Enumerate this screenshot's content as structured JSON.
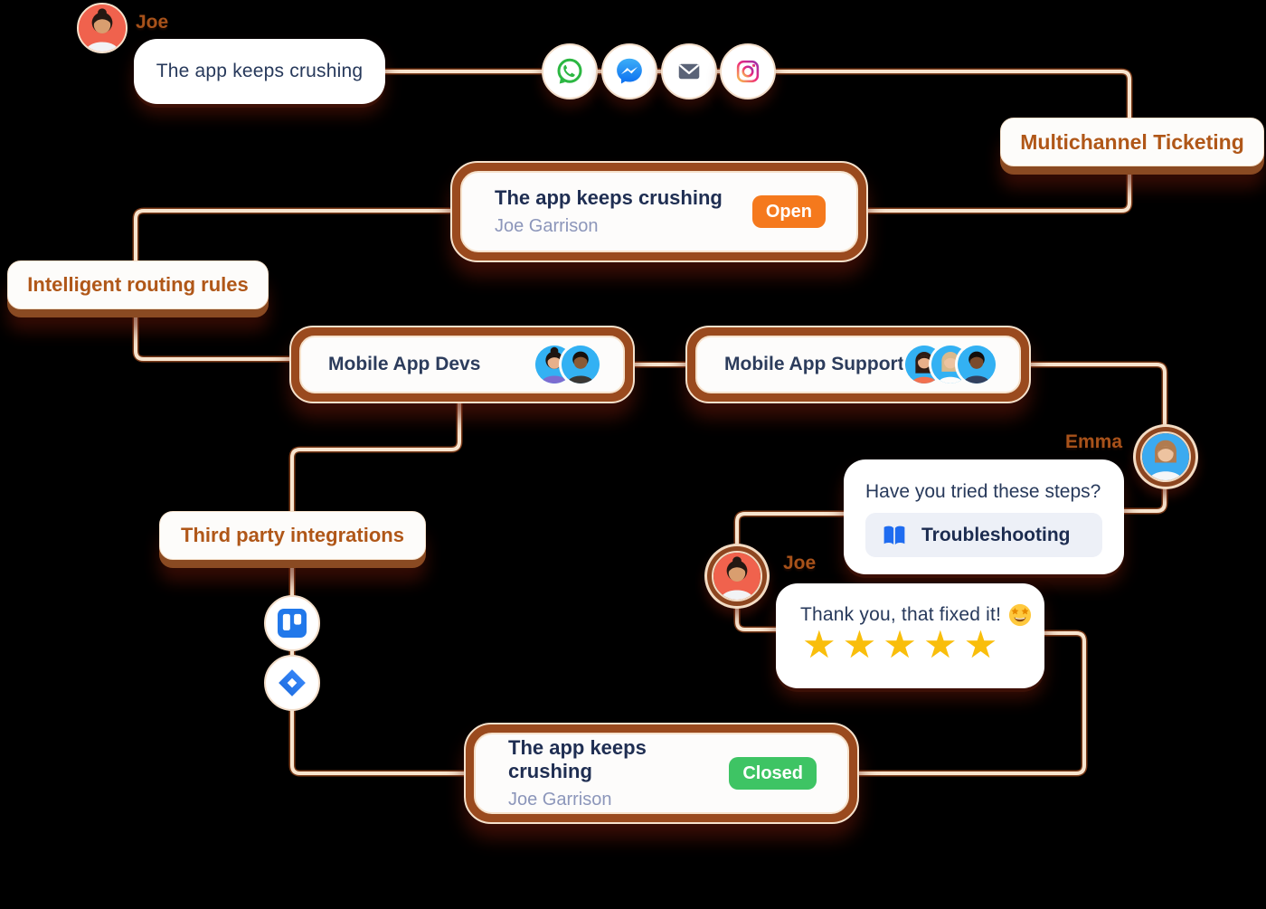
{
  "palette": {
    "bg": "#000000",
    "line": "#F7E4CE",
    "line-outline": "#7A3A18",
    "card-border": "#9A4A1E",
    "card-edge": "#F6E2CC",
    "card-bg": "#FDFCFB",
    "navy": "#27395B",
    "title-navy": "#1F2E52",
    "muted": "#8C96BA",
    "orange-label": "#B05718",
    "actor-label": "#A8521A",
    "star": "#F9BE0B",
    "shadow-brown": "#8A4A22"
  },
  "actors": {
    "joe": "Joe",
    "emma": "Emma"
  },
  "conversation": {
    "customer_message": "The app keeps crushing",
    "agent_question": "Have you tried these steps?",
    "troubleshooting_label": "Troubleshooting",
    "customer_thanks": "Thank you, that fixed it!",
    "rating": 5
  },
  "feature_labels": {
    "multichannel": "Multichannel Ticketing",
    "routing": "Intelligent routing rules",
    "integrations": "Third party integrations"
  },
  "tickets": {
    "open": {
      "title": "The app keeps crushing",
      "requester": "Joe Garrison",
      "status": "Open",
      "status_color": "#F5791D"
    },
    "closed": {
      "title": "The app keeps crushing",
      "requester": "Joe Garrison",
      "status": "Closed",
      "status_color": "#3EC464"
    }
  },
  "teams": {
    "devs": {
      "label": "Mobile App Devs"
    },
    "support": {
      "label": "Mobile App Support"
    }
  },
  "channels": [
    {
      "name": "whatsapp-icon",
      "color": "#2CB742"
    },
    {
      "name": "messenger-icon",
      "color": "#1E88F7"
    },
    {
      "name": "email-icon",
      "color": "#5A6377"
    },
    {
      "name": "instagram-icon",
      "color": "#D62976"
    }
  ],
  "integrations": [
    {
      "name": "trello-icon",
      "color": "#2178EA"
    },
    {
      "name": "jira-icon",
      "color": "#2684FF"
    }
  ]
}
